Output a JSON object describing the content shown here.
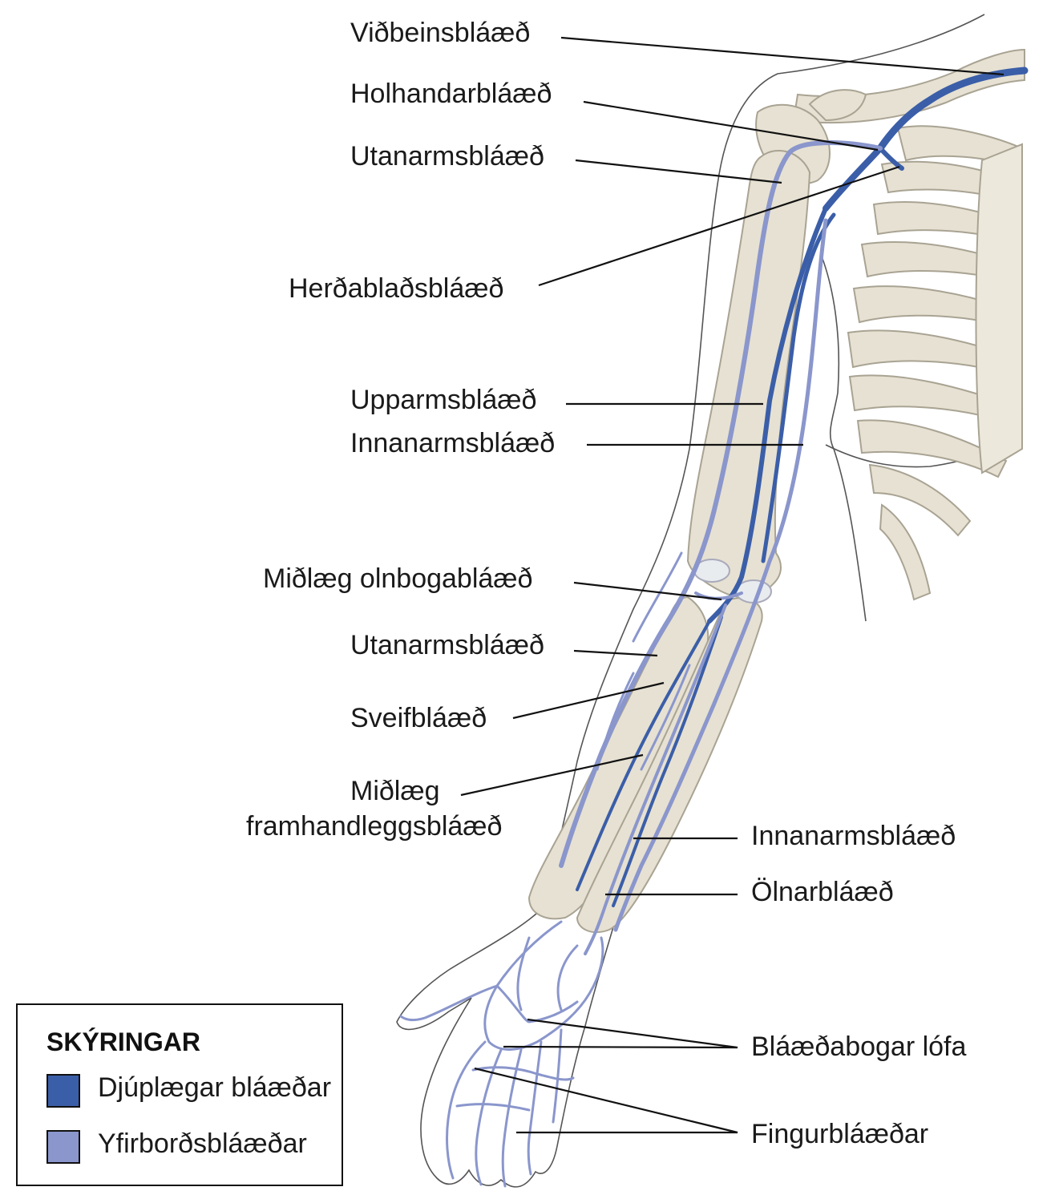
{
  "colors": {
    "deep": "#3b5ea8",
    "superficial": "#8a96cc",
    "bone": "#e6e1d2",
    "bone_edge": "#a9a393",
    "outline": "#555555",
    "leader": "#111111"
  },
  "labels": {
    "subclavian": "Viðbeinsbláæð",
    "axillary": "Holhandarbláæð",
    "cephalic_upper": "Utanarmsbláæð",
    "subscapular": "Herðablaðsbláæð",
    "brachial": "Upparmsbláæð",
    "basilic_upper": "Innanarmsbláæð",
    "median_cubital": "Miðlæg olnbogabláæð",
    "cephalic_fore": "Utanarmsbláæð",
    "radial": "Sveifbláæð",
    "median_antebrachial_1": "Miðlæg",
    "median_antebrachial_2": "framhandleggsbláæð",
    "basilic_fore": "Innanarmsbláæð",
    "ulnar": "Ölnarbláæð",
    "palmar_arches": "Bláæðabogar lófa",
    "digital": "Fingurbláæðar"
  },
  "legend": {
    "title": "SKÝRINGAR",
    "deep": "Djúplægar bláæðar",
    "superficial": "Yfirborðsbláæðar"
  }
}
